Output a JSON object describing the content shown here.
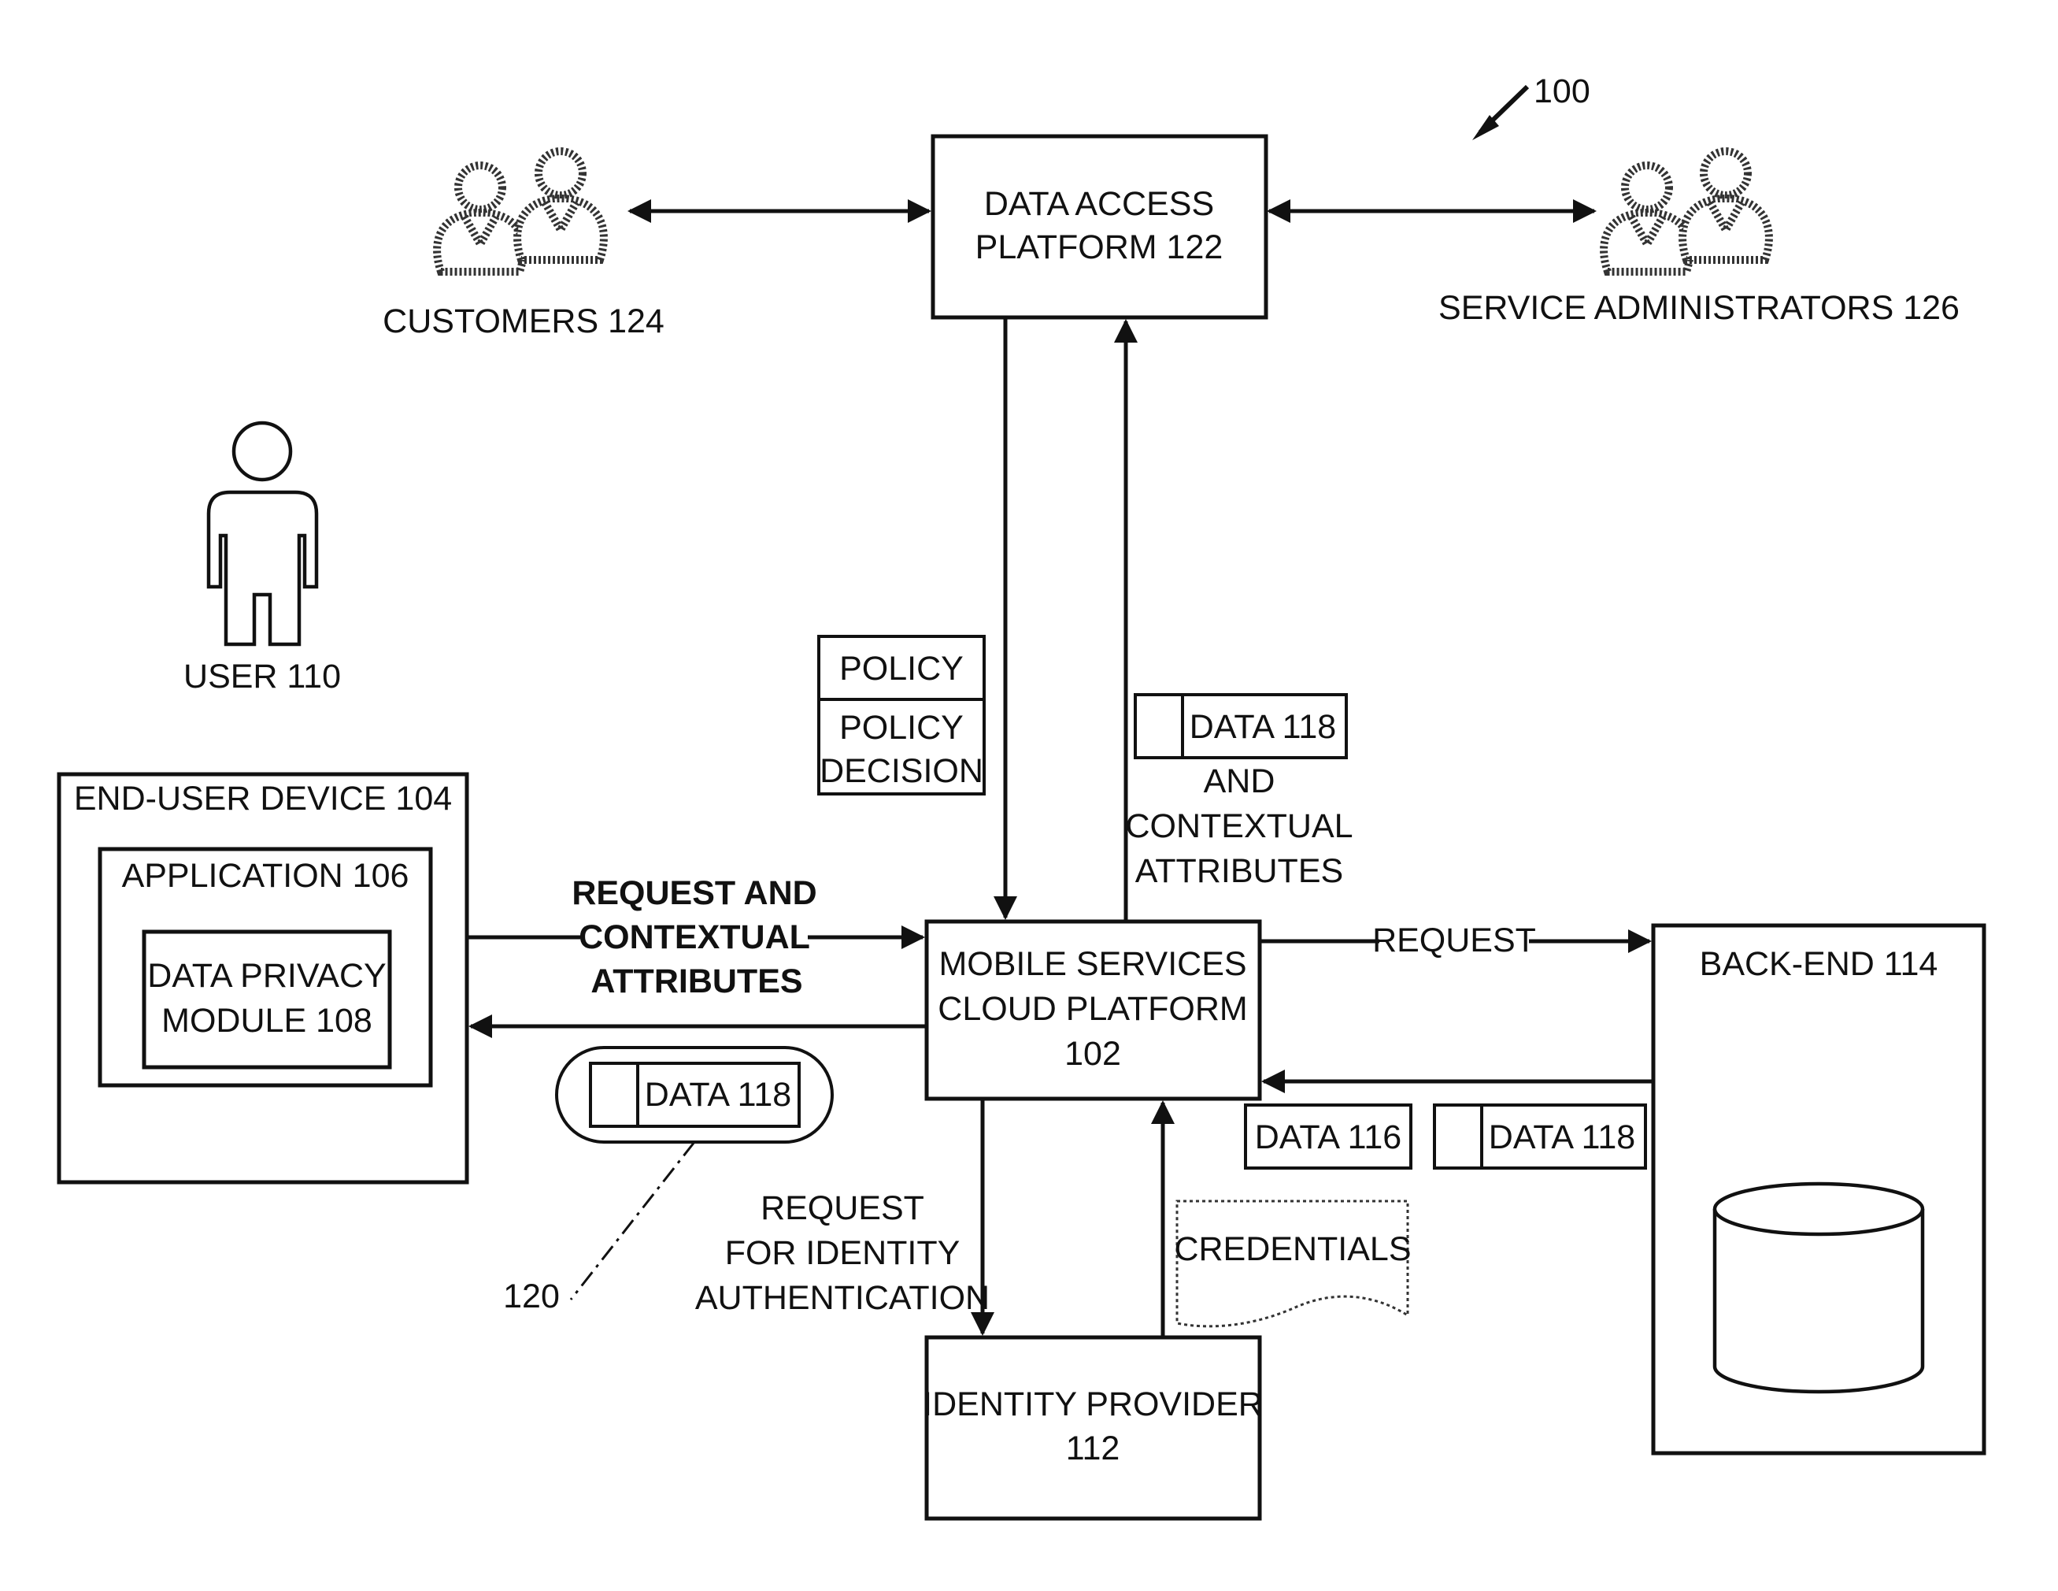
{
  "figure_ref": "100",
  "nodes": {
    "data_access_platform": [
      "DATA ACCESS",
      "PLATFORM 122"
    ],
    "customers": "CUSTOMERS 124",
    "service_admins": "SERVICE ADMINISTRATORS 126",
    "user": "USER 110",
    "end_user_device": "END-USER DEVICE 104",
    "application": "APPLICATION 106",
    "data_privacy_module": [
      "DATA PRIVACY",
      "MODULE 108"
    ],
    "mobile_services": [
      "MOBILE SERVICES",
      "CLOUD PLATFORM",
      "102"
    ],
    "back_end": "BACK-END 114",
    "identity_provider": [
      "IDENTITY PROVIDER",
      "112"
    ]
  },
  "labels": {
    "policy": "POLICY",
    "policy_decision": [
      "POLICY",
      "DECISION"
    ],
    "data_118": "DATA 118",
    "data_116": "DATA 116",
    "and_contextual": [
      "AND",
      "CONTEXTUAL",
      "ATTRIBUTES"
    ],
    "request_and_contextual": [
      "REQUEST AND",
      "CONTEXTUAL",
      "ATTRIBUTES"
    ],
    "request": "REQUEST",
    "request_identity": [
      "REQUEST",
      "FOR IDENTITY",
      "AUTHENTICATION"
    ],
    "credentials": "CREDENTIALS",
    "ref_120": "120"
  }
}
